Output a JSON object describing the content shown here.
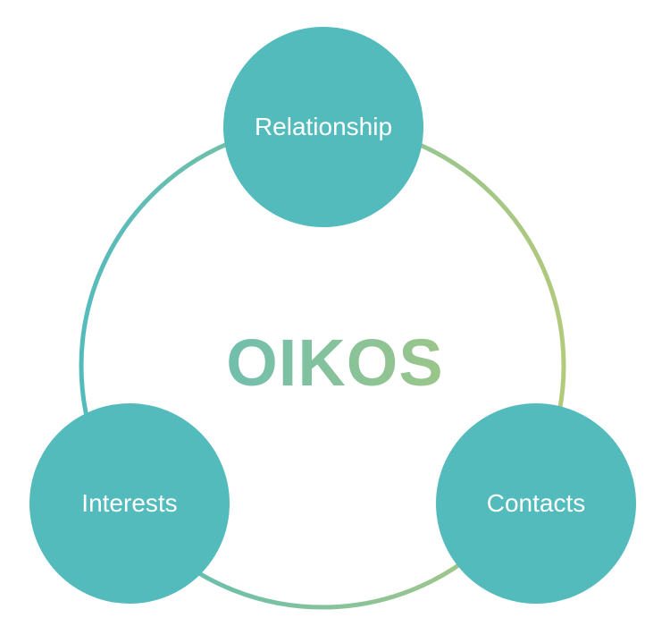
{
  "diagram": {
    "center_label": "OIKOS",
    "nodes": [
      {
        "label": "Relationship"
      },
      {
        "label": "Interests"
      },
      {
        "label": "Contacts"
      }
    ]
  },
  "colors": {
    "node_fill": "#54bbbd",
    "node_text": "#ffffff",
    "ring_gradient_start": "#54bbbd",
    "ring_gradient_end": "#b3c97c",
    "title_gradient_start": "#63bcb9",
    "title_gradient_end": "#a9c87e"
  }
}
